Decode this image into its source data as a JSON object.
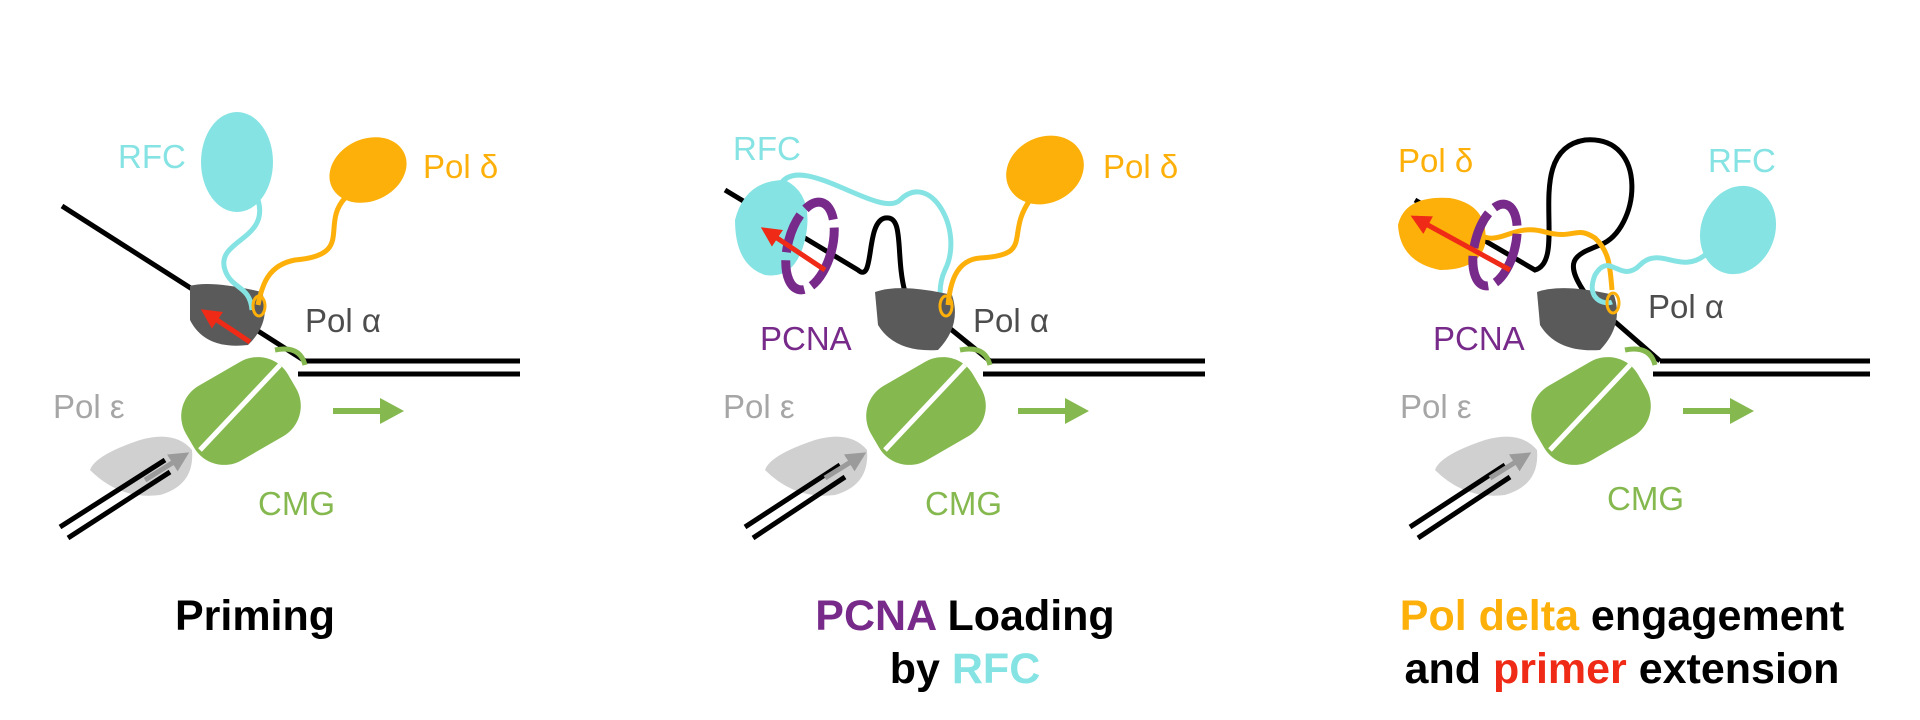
{
  "panels": [
    {
      "labels": {
        "rfc": "RFC",
        "pol_delta": "Pol δ",
        "pol_alpha": "Pol α",
        "pol_epsilon": "Pol ε",
        "cmg": "CMG"
      },
      "caption": {
        "line1": "Priming"
      }
    },
    {
      "labels": {
        "rfc": "RFC",
        "pol_delta": "Pol δ",
        "pcna": "PCNA",
        "pol_alpha": "Pol α",
        "pol_epsilon": "Pol ε",
        "cmg": "CMG"
      },
      "caption": {
        "line1_part1": "PCNA",
        "line1_part2": " Loading",
        "line2_part1": "by ",
        "line2_part2": "RFC"
      }
    },
    {
      "labels": {
        "pol_delta": "Pol δ",
        "rfc": "RFC",
        "pcna": "PCNA",
        "pol_alpha": "Pol α",
        "pol_epsilon": "Pol ε",
        "cmg": "CMG"
      },
      "caption": {
        "line1_part1": "Pol delta",
        "line1_part2": " engagement",
        "line2_part1": "and ",
        "line2_part2": "primer",
        "line2_part3": " extension"
      }
    }
  ],
  "colors": {
    "rfc": "#86e3e3",
    "pol_delta": "#fdb00a",
    "pol_alpha": "#5a5a5a",
    "pol_epsilon": "#cfcfcf",
    "cmg": "#85b94f",
    "pcna": "#772a8a",
    "primer": "#ef2a16",
    "dna": "#000000",
    "label_grey": "#a6a6a6",
    "label_dark": "#4d4d4d"
  },
  "icons": [
    "helicase-hexamer",
    "direction-arrow",
    "clamp-ring",
    "dna-strand"
  ]
}
